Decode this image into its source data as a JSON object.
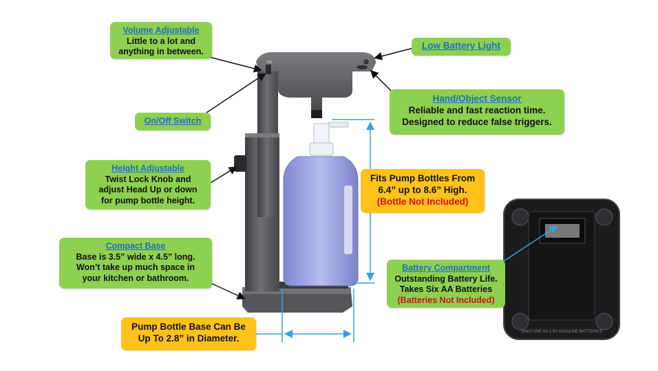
{
  "callouts": {
    "volume": {
      "title": "Volume Adjustable",
      "lines": [
        "Little to a lot and",
        "anything in between."
      ]
    },
    "low_battery": {
      "title": "Low Battery Light"
    },
    "sensor": {
      "title": "Hand/Object Sensor",
      "lines": [
        "Reliable and fast reaction time.",
        "Designed to reduce false triggers."
      ]
    },
    "switch": {
      "title": "On/Off Switch"
    },
    "height": {
      "title": "Height Adjustable",
      "lines": [
        "Twist Lock Knob and",
        "adjust Head Up or down",
        "for pump bottle height."
      ]
    },
    "fits": {
      "lines": [
        "Fits Pump Bottles From",
        "6.4” up to 8.6” High."
      ],
      "note": "(Bottle Not Included)"
    },
    "base": {
      "title": "Compact Base",
      "lines": [
        "Base is 3.5” wide x 4.5” long.",
        "Won’t take up much space in",
        "your kitchen or bathroom."
      ]
    },
    "battery": {
      "title": "Battery Compartment",
      "lines": [
        "Outstanding Battery Life.",
        "Takes Six AA Batteries"
      ],
      "note": "(Batteries Not Included)"
    },
    "bottle_base": {
      "lines": [
        "Pump Bottle Base Can Be",
        "Up To 2.8” in Diameter."
      ]
    }
  },
  "product": {
    "switch_label": "ON",
    "battery_label": "ONLY USE AA 1.5V ALKALINE BATTERIES"
  },
  "colors": {
    "callout_green": "#8ed04f",
    "callout_orange": "#ffc21a",
    "title_blue": "#1f6fc1",
    "note_red": "#d0121b",
    "dimension_line": "#39a0dc",
    "dispenser_body": "#5f6063"
  }
}
